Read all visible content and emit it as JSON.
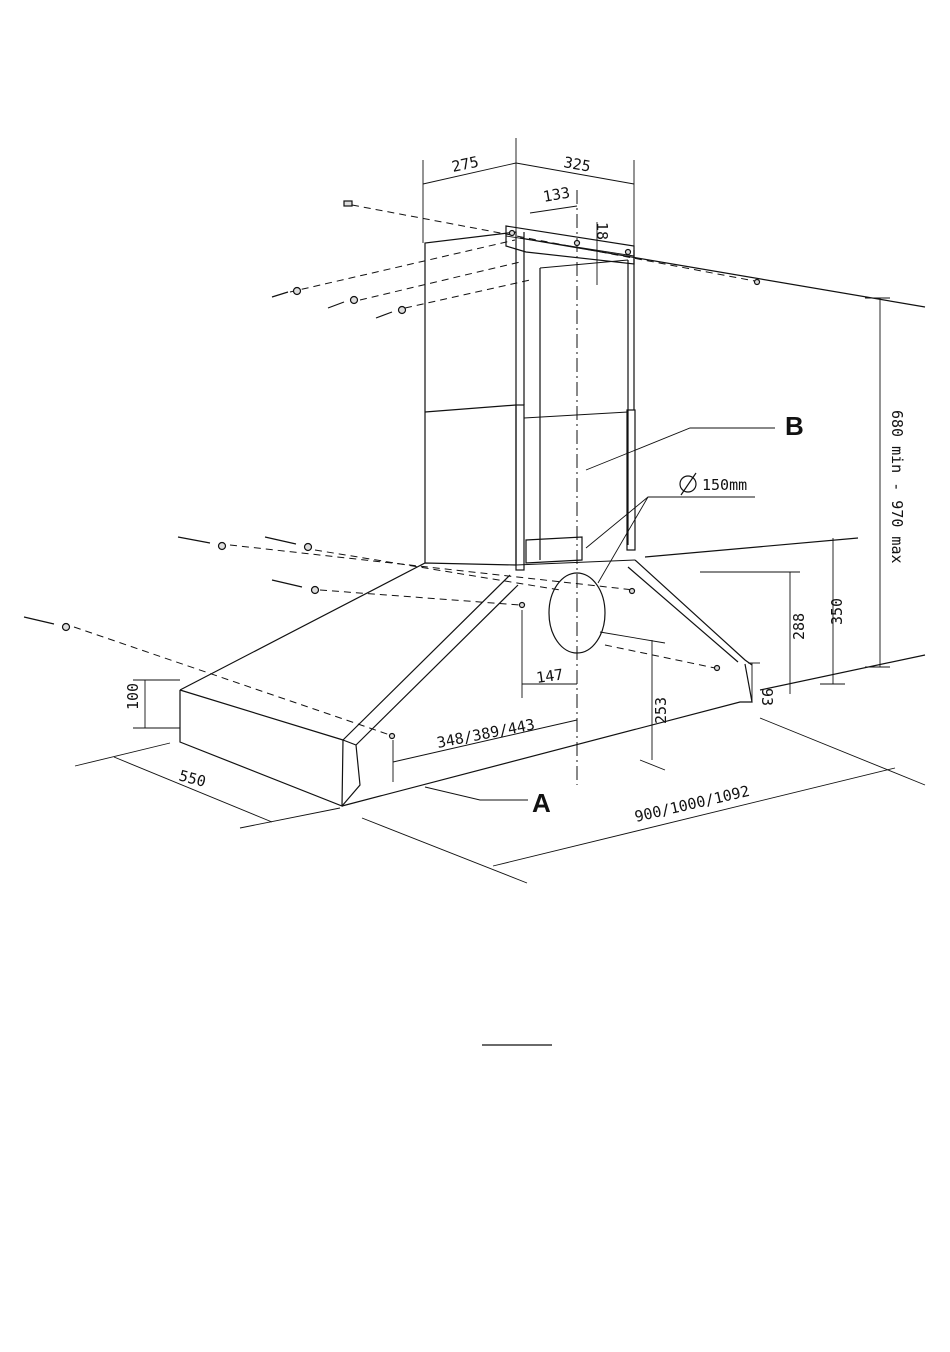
{
  "dimensions": {
    "chimney_depth": "275",
    "chimney_width": "325",
    "bracket_offset": "133",
    "bracket_top": "18",
    "adjustable_height": "680 min - 970 max",
    "base_height": "350",
    "screw_height": "288",
    "lower_screw_height": "253",
    "canopy_edge": "93",
    "front_height": "100",
    "hood_depth": "550",
    "outlet_offset": "147",
    "screw_spacing": "348/389/443",
    "hood_width": "900/1000/1092",
    "duct_diameter": "150mm"
  },
  "labels": {
    "part_a": "A",
    "part_b": "B"
  }
}
